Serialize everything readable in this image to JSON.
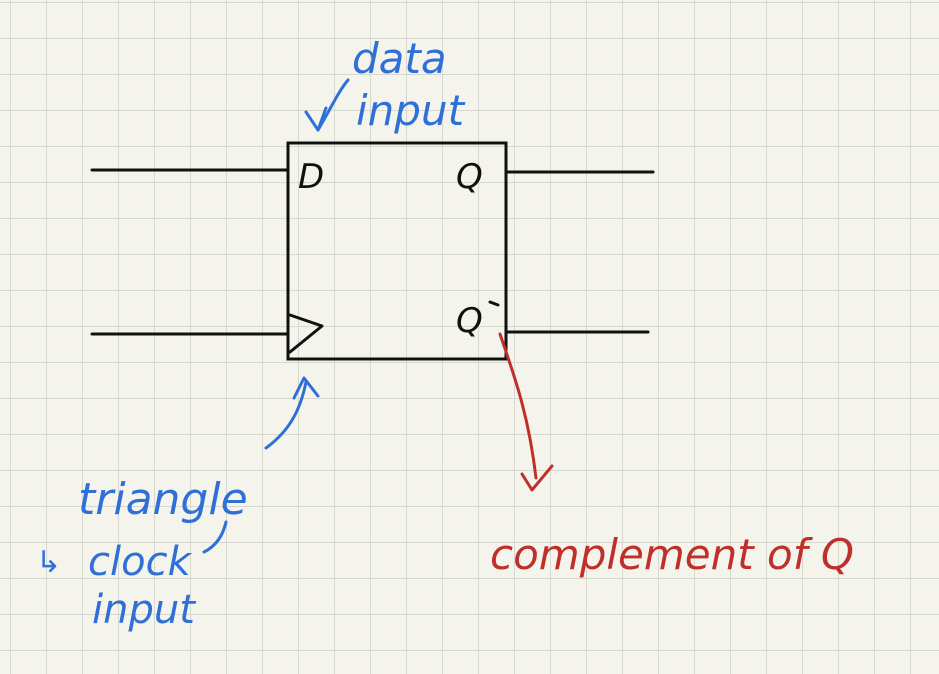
{
  "flipflop": {
    "pin_d": "D",
    "pin_q": "Q",
    "pin_q_bar": "Q"
  },
  "annotations": {
    "data_input_line1": "data",
    "data_input_line2": "input",
    "triangle_label": "triangle",
    "clock_arrow": "↳",
    "clock_line1": "clock",
    "clock_line2": "input",
    "complement": "complement of Q"
  },
  "colors": {
    "ink_black": "#111111",
    "ink_blue": "#2f6fd8",
    "ink_red": "#c0302a",
    "paper": "#f5f4ec",
    "grid": "#d7d8cf"
  }
}
